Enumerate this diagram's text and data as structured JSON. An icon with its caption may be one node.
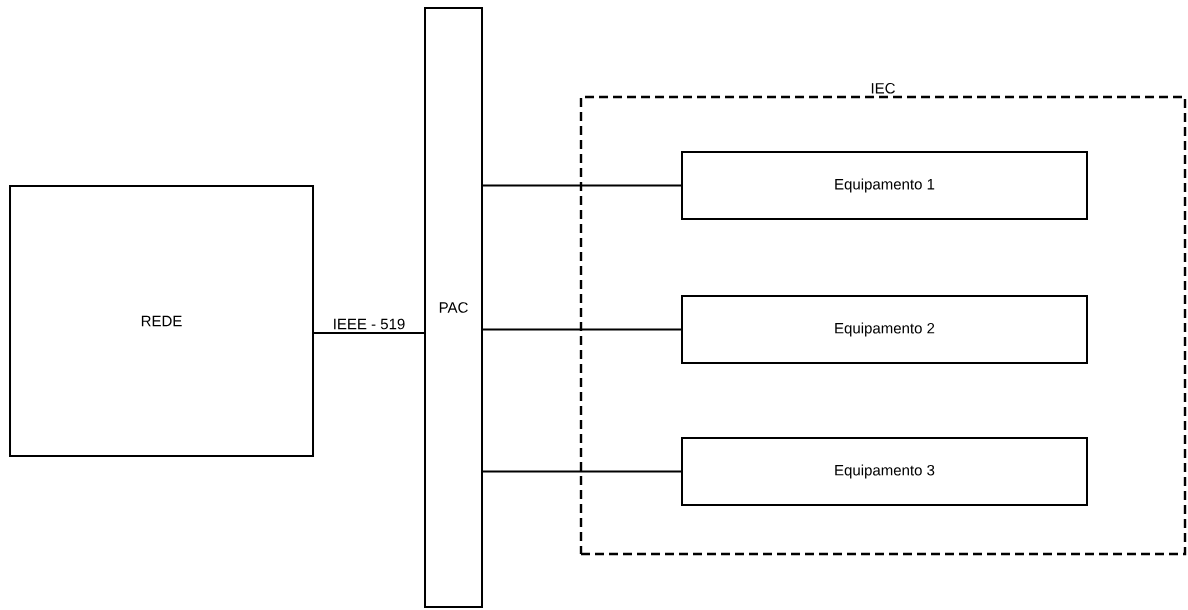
{
  "diagram": {
    "nodes": [
      {
        "text": [
          "REDE"
        ]
      },
      {
        "text": [
          "PAC"
        ]
      },
      {
        "text": [
          "IEC"
        ]
      },
      {
        "text": [
          "Equipamento 1"
        ],
        "in": 2
      },
      {
        "text": [
          "Equipamento 2"
        ],
        "in": 2
      },
      {
        "text": [
          "Equipamento 3"
        ],
        "in": 2
      }
    ],
    "edges": [
      {
        "from": 0,
        "to": 1,
        "arrow": "none",
        "label": "IEEE - 519"
      },
      {
        "from": 1,
        "to": 3,
        "arrow": "none"
      },
      {
        "from": 1,
        "to": 4,
        "arrow": "none"
      },
      {
        "from": 1,
        "to": 5,
        "arrow": "none"
      }
    ]
  }
}
